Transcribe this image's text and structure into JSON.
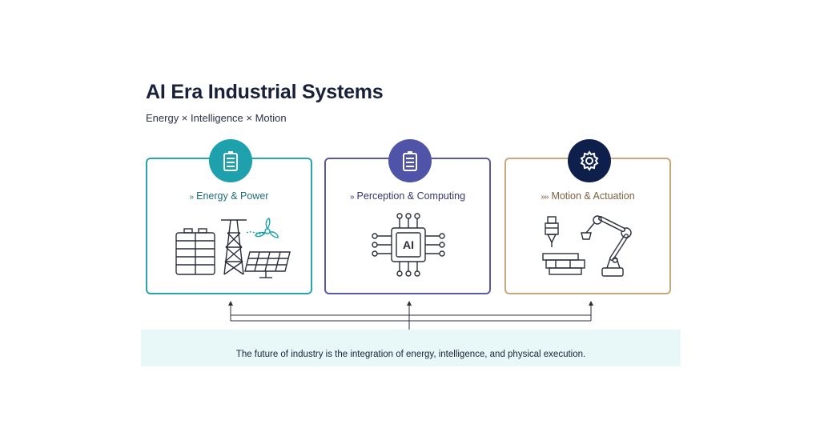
{
  "header": {
    "title": "AI Era Industrial Systems",
    "subtitle": "Energy × Intelligence × Motion"
  },
  "cards": [
    {
      "label": "Energy & Power",
      "chevron": "»",
      "icon": "battery-icon",
      "accent": "#1ea0ad"
    },
    {
      "label": "Perception & Computing",
      "chevron": "»",
      "icon": "battery-icon",
      "accent": "#4f54a8",
      "chip_text": "AI"
    },
    {
      "label": "Motion & Actuation",
      "chevron": "»»",
      "icon": "gear-icon",
      "accent": "#0e1f4c"
    }
  ],
  "footer": {
    "text": "The future of industry is the integration of energy, intelligence, and physical execution.",
    "background": "#e8f7f8"
  }
}
